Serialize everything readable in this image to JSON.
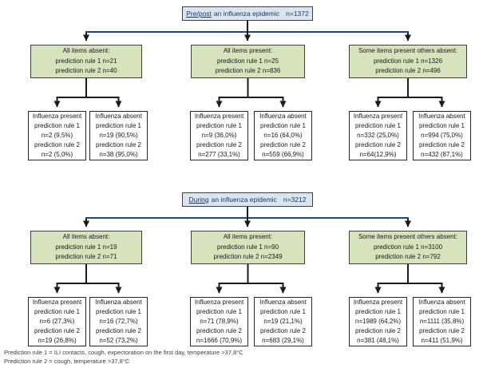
{
  "colors": {
    "header_fill": "#dbe5f1",
    "branch_fill": "#d6e3bc",
    "box_border": "#404040",
    "connector_blue": "#1f497d",
    "connector_black": "#1a1a1a"
  },
  "labels": {
    "rule1": "prediction rule 1",
    "rule2": "prediction rule 2"
  },
  "trees": [
    {
      "header": {
        "underlined": "Pre/post",
        "rest": "an influenza epidemic",
        "n": "n=1372"
      },
      "branches": [
        {
          "title": "All items absent:",
          "rule1": "prediction rule 1 n=21",
          "rule2": "prediction rule 2 n=40"
        },
        {
          "title": "All items present:",
          "rule1": "prediction rule 1  n=25",
          "rule2": "prediction rule 2 n=836"
        },
        {
          "title": "Some items present others absent:",
          "rule1": "prediction rule 1 n=1326",
          "rule2": "prediction rule 2 n=496"
        }
      ],
      "leaves": [
        {
          "title": "Influenza present",
          "rule1_value": "n=2 (9,5%)",
          "rule2_value": "n=2 (5,0%)"
        },
        {
          "title": "Influenza absent",
          "rule1_value": "n=19 (90,5%)",
          "rule2_value": "n=38 (95,0%)"
        },
        {
          "title": "Influenza present",
          "rule1_value": "n=9 (36,0%)",
          "rule2_value": "n=277 (33,1%)"
        },
        {
          "title": "Influenza absent",
          "rule1_value": "n=16 (64,0%)",
          "rule2_value": "n=559 (66,9%)"
        },
        {
          "title": "Influenza present",
          "rule1_value": "n=332 (25,0%)",
          "rule2_value": "n=64(12,9%)"
        },
        {
          "title": "Influenza absent",
          "rule1_value": "n=994 (75,0%)",
          "rule2_value": "n=432 (87,1%)"
        }
      ]
    },
    {
      "header": {
        "underlined": "During",
        "rest": "an influenza epidemic",
        "n": "n=3212"
      },
      "branches": [
        {
          "title": "All items absent:",
          "rule1": "prediction rule 1  n=19",
          "rule2": "prediction rule 2 n=71"
        },
        {
          "title": "All items present:",
          "rule1": "prediction rule 1  n=90",
          "rule2": "prediction rule 2 n=2349"
        },
        {
          "title": "Some items present others absent:",
          "rule1": "prediction rule 1 n=3100",
          "rule2": "prediction rule 2 n=792"
        }
      ],
      "leaves": [
        {
          "title": "Influenza present",
          "rule1_value": "n=6 (27,3%)",
          "rule2_value": "n=19 (26,8%)"
        },
        {
          "title": "Influenza absent",
          "rule1_value": "n=16 (72,7%)",
          "rule2_value": "n=52 (73,2%)"
        },
        {
          "title": "Influenza present",
          "rule1_value": "n=71 (78,9%)",
          "rule2_value": "n=1666 (70,9%)"
        },
        {
          "title": "Influenza absent",
          "rule1_value": "n=19 (21,1%)",
          "rule2_value": "n=683 (29,1%)"
        },
        {
          "title": "Influenza present",
          "rule1_value": "n=1989 (64,2%)",
          "rule2_value": "n=381 (48,1%)"
        },
        {
          "title": "Influenza absent",
          "rule1_value": "n=1111 (35,8%)",
          "rule2_value": "n=411 (51,9%)"
        }
      ]
    }
  ],
  "footnotes": [
    "Prediction rule 1 = ILI contacts, cough, expectoration on the first day, temperature >37,8°C",
    "Prediction rule 2 = cough,  temperature >37,8°C"
  ]
}
